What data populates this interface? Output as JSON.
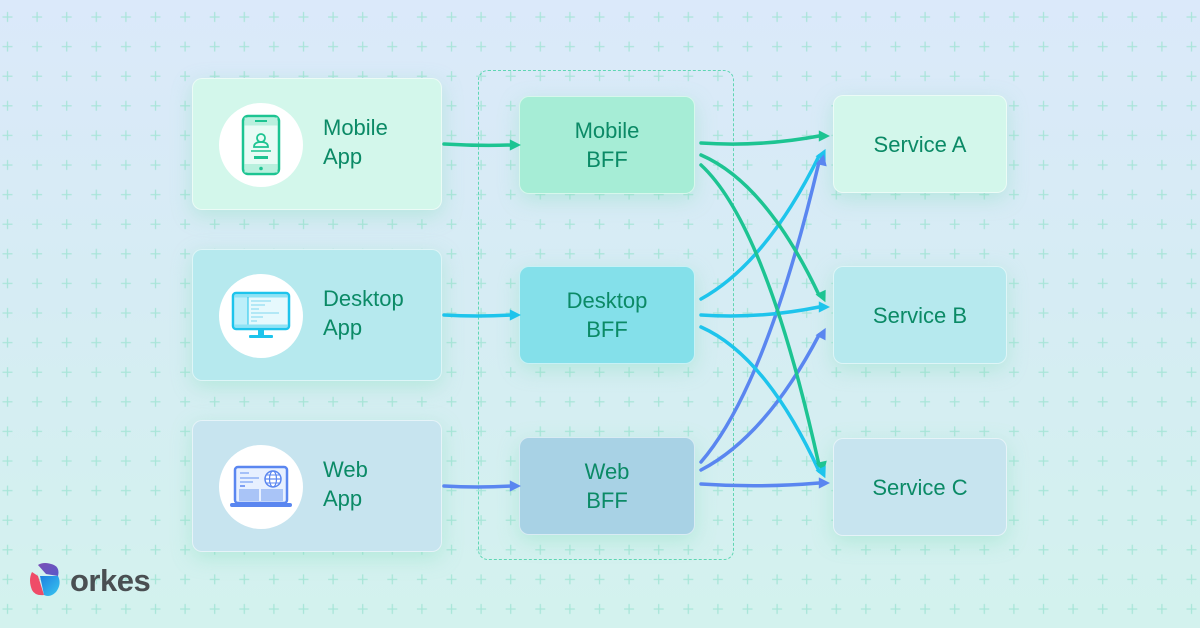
{
  "diagram": {
    "colors": {
      "green": "#1dc492",
      "cyan": "#1ec4ec",
      "blue": "#5a86f0",
      "text": "#0b8a66",
      "mobile_fill": "#d3f7eb",
      "desktop_fill": "#b6e9ee",
      "web_fill": "#c7e4ef",
      "mobile_bff_fill": "#a6edd6",
      "desktop_bff_fill": "#84e0ea",
      "web_bff_fill": "#a8d2e5"
    },
    "clients": [
      {
        "id": "mobile",
        "label": "Mobile\nApp",
        "icon": "smartphone-icon"
      },
      {
        "id": "desktop",
        "label": "Desktop\nApp",
        "icon": "desktop-monitor-icon"
      },
      {
        "id": "web",
        "label": "Web\nApp",
        "icon": "laptop-globe-icon"
      }
    ],
    "bffs": [
      {
        "id": "mobile-bff",
        "label": "Mobile\nBFF"
      },
      {
        "id": "desktop-bff",
        "label": "Desktop\nBFF"
      },
      {
        "id": "web-bff",
        "label": "Web\nBFF"
      }
    ],
    "services": [
      {
        "id": "service-a",
        "label": "Service A"
      },
      {
        "id": "service-b",
        "label": "Service B"
      },
      {
        "id": "service-c",
        "label": "Service C"
      }
    ],
    "edges": [
      {
        "from": "mobile",
        "to": "mobile-bff",
        "color": "green"
      },
      {
        "from": "desktop",
        "to": "desktop-bff",
        "color": "cyan"
      },
      {
        "from": "web",
        "to": "web-bff",
        "color": "blue"
      },
      {
        "from": "mobile-bff",
        "to": "service-a",
        "color": "green"
      },
      {
        "from": "mobile-bff",
        "to": "service-b",
        "color": "green"
      },
      {
        "from": "mobile-bff",
        "to": "service-c",
        "color": "green"
      },
      {
        "from": "desktop-bff",
        "to": "service-a",
        "color": "cyan"
      },
      {
        "from": "desktop-bff",
        "to": "service-b",
        "color": "cyan"
      },
      {
        "from": "desktop-bff",
        "to": "service-c",
        "color": "cyan"
      },
      {
        "from": "web-bff",
        "to": "service-a",
        "color": "blue"
      },
      {
        "from": "web-bff",
        "to": "service-b",
        "color": "blue"
      },
      {
        "from": "web-bff",
        "to": "service-c",
        "color": "blue"
      }
    ]
  },
  "brand": {
    "name": "orkes"
  }
}
